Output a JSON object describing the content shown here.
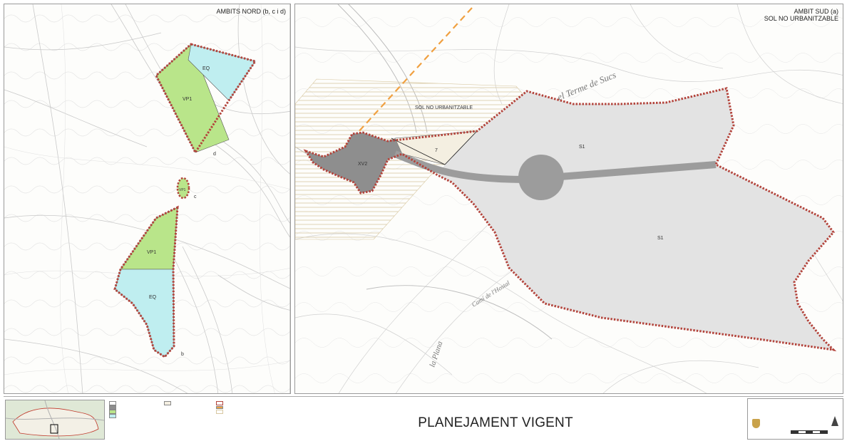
{
  "north_panel": {
    "title": "AMBITS NORD (b, c i d)",
    "zones": [
      {
        "code": "EQ"
      },
      {
        "code": "VP1"
      },
      {
        "code": "VP1"
      },
      {
        "code": "VP1"
      },
      {
        "code": "EQ"
      }
    ],
    "markers": [
      "d",
      "c",
      "b"
    ]
  },
  "south_panel": {
    "title": "AMBIT SUD (a)\nSOL NO URBANITZABLE",
    "zones": [
      {
        "code": "XV2"
      },
      {
        "code": "7"
      },
      {
        "code": "S1"
      },
      {
        "code": "S1"
      }
    ],
    "hatched_area_label": "SOL NO URBANITZABLE",
    "place_names": [
      "el Terme de Sucs",
      "la Plana",
      "Camí de l'Hostal"
    ]
  },
  "footer": {
    "title": "PLANEJAMENT VIGENT"
  },
  "colors": {
    "green_zone": "#b9e58a",
    "cyan_zone": "#bfeef0",
    "grey_zone": "#e3e3e3",
    "dark_grey_zone": "#8e8e8e",
    "boundary": "#b3443c",
    "orange_line": "#f0a040",
    "hatch": "#d8c8a2"
  }
}
